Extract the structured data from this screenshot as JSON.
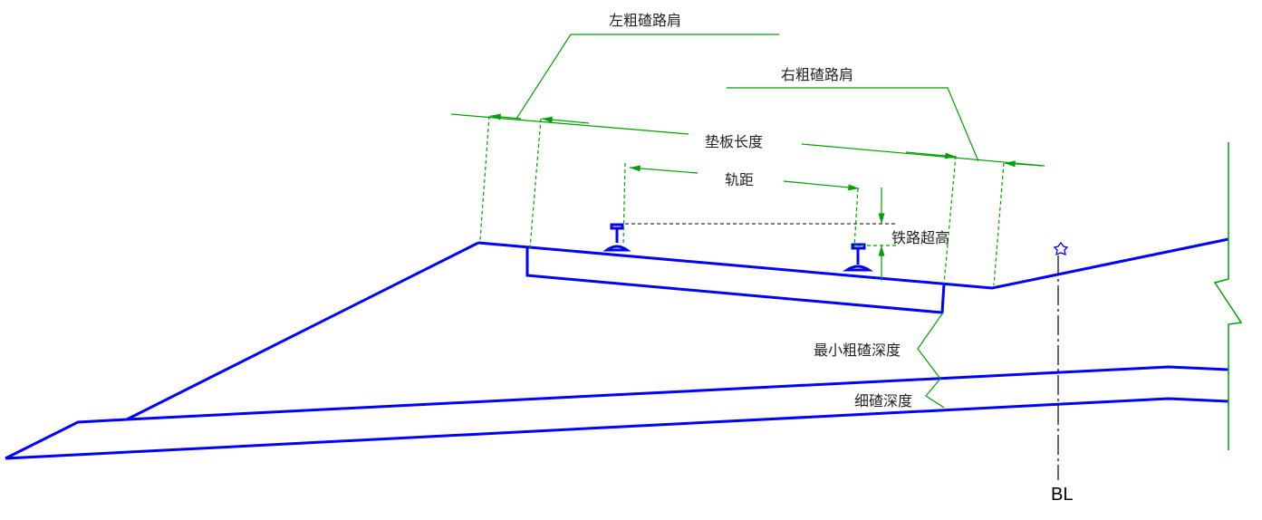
{
  "labels": {
    "left_shoulder": "左粗碴路肩",
    "right_shoulder": "右粗碴路肩",
    "sleeper_length": "垫板长度",
    "gauge": "轨距",
    "superelevation": "铁路超高",
    "min_ballast_depth": "最小粗碴深度",
    "subballast_depth": "细碴深度",
    "baseline": "BL"
  },
  "colors": {
    "profile": "#0000ff",
    "dimension": "#00a000",
    "centerline": "#000000"
  }
}
